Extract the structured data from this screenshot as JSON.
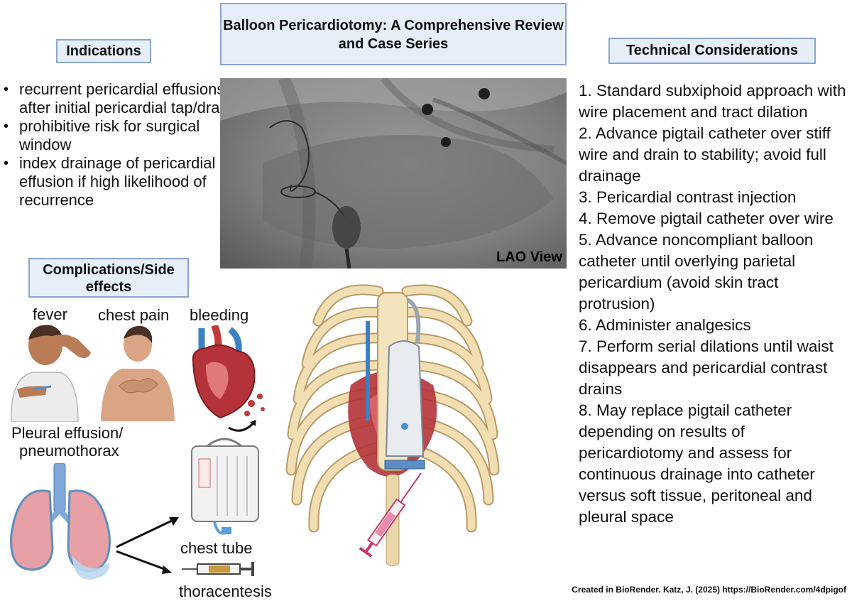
{
  "title": "Balloon Pericardiotomy: A Comprehensive Review and Case Series",
  "indications": {
    "heading": "Indications",
    "items": [
      "recurrent pericardial effusions after initial pericardial tap/drain",
      "prohibitive risk for surgical window",
      "index drainage of pericardial effusion if high likelihood of recurrence"
    ]
  },
  "technical": {
    "heading": "Technical Considerations",
    "steps": [
      "1. Standard subxiphoid approach with wire placement and tract dilation",
      "2. Advance pigtail catheter over stiff wire and drain to stability; avoid full drainage",
      "3. Pericardial contrast injection",
      "4. Remove pigtail catheter over wire",
      "5. Advance noncompliant balloon catheter until overlying parietal pericardium (avoid skin tract protrusion)",
      "6. Administer analgesics",
      "7. Perform serial dilations until waist disappears and pericardial contrast drains",
      "8. May replace pigtail catheter depending on results of pericardiotomy and assess for continuous drainage into catheter versus soft tissue, peritoneal and pleural space"
    ]
  },
  "xray": {
    "label": "LAO View"
  },
  "complications": {
    "heading": "Complications/Side effects",
    "fever": "fever",
    "chest_pain": "chest pain",
    "bleeding": "bleeding",
    "pleural_line1": "Pleural effusion/",
    "pleural_line2": "pneumothorax",
    "chest_tube": "chest tube",
    "thoracentesis": "thoracentesis"
  },
  "footer": "Created in BioRender. Katz, J. (2025) https://BioRender.com/4dpigof",
  "colors": {
    "box_fill": "#e6eef8",
    "box_border": "#8aa6cf",
    "bone": "#f1dfb3",
    "bone_outline": "#b99a66",
    "skin": "#d9a584",
    "heart": "#b4333a",
    "lung": "#e6a0a6"
  }
}
